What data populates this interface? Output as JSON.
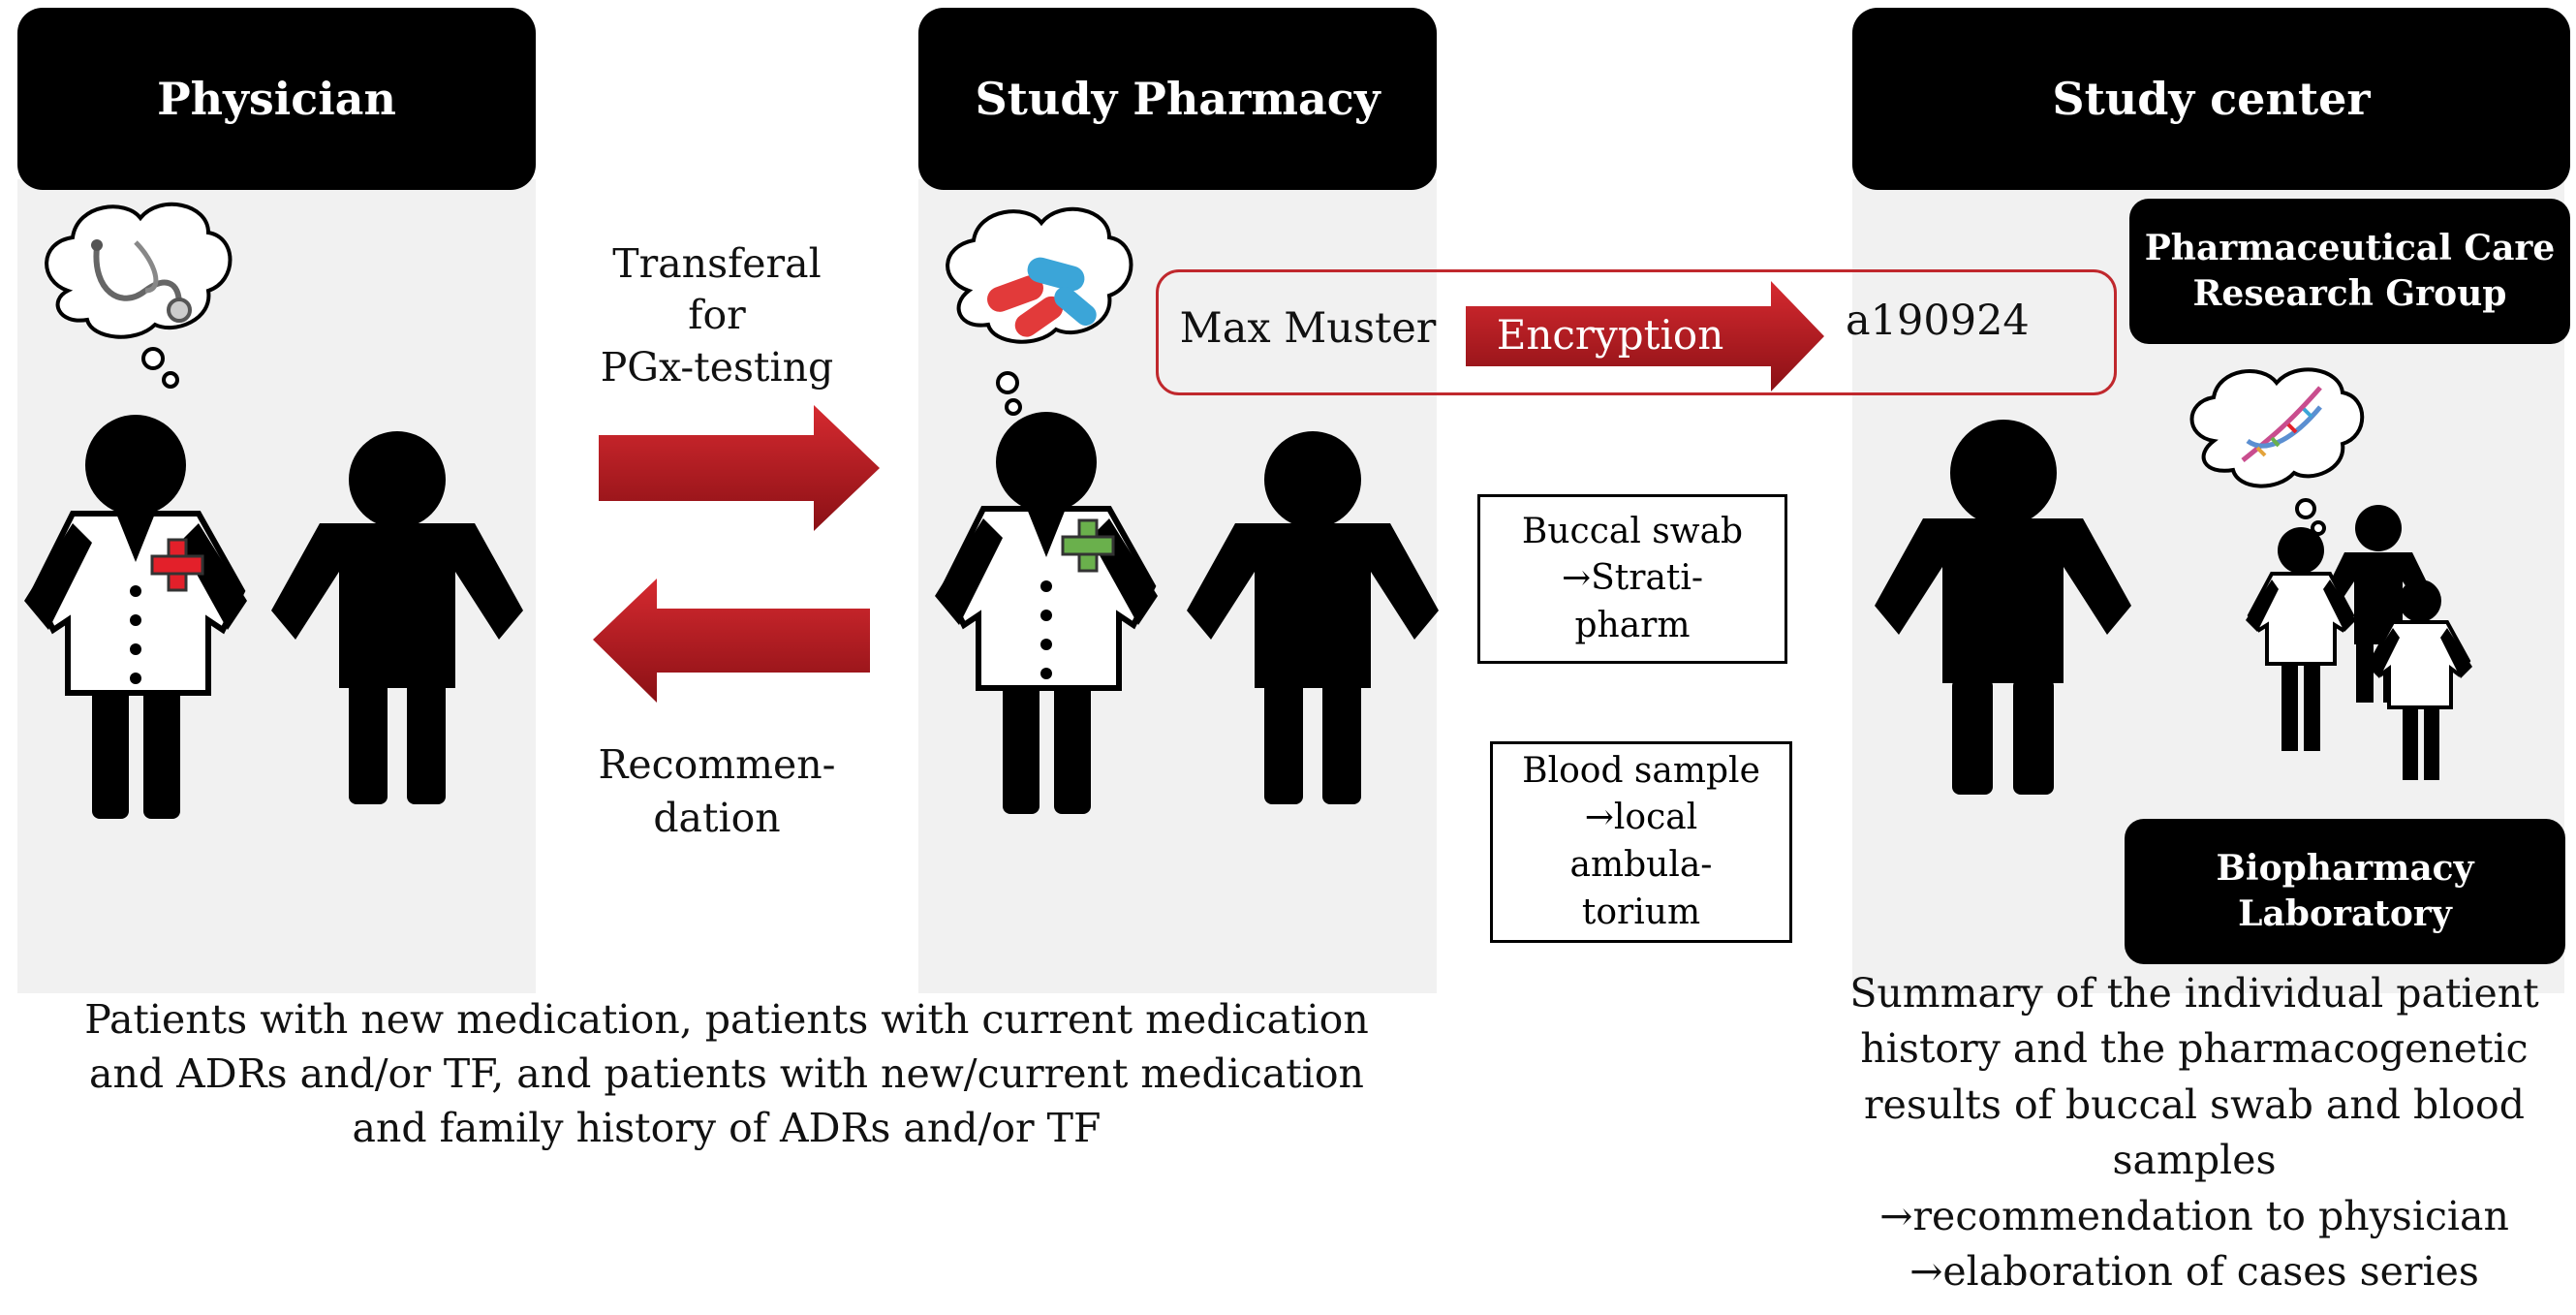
{
  "headers": {
    "physician": "Physician",
    "pharmacy": "Study Pharmacy",
    "center": "Study center"
  },
  "center_groups": {
    "pcrg": "Pharmaceutical Care\nResearch Group",
    "biolab": "Biopharmacy\nLaboratory"
  },
  "arrows": {
    "forward_label": "Transferal\nfor\nPGx-testing",
    "back_label": "Recommen-\ndation",
    "encryption_label": "Encryption"
  },
  "encryption": {
    "plain_name": "Max Muster",
    "code": "a190924"
  },
  "samples": {
    "buccal": "Buccal swab\n→Strati-\npharm",
    "blood": "Blood sample\n→local\nambula-\ntorium"
  },
  "captions": {
    "patients": "Patients with new medication, patients with current medication\nand ADRs and/or TF, and patients with new/current medication\nand family history of ADRs and/or TF",
    "summary": "Summary of the individual patient\nhistory  and the pharmacogenetic\nresults of buccal swab and blood\nsamples\n→recommendation to physician\n→elaboration of cases series"
  },
  "colors": {
    "header_bg": "#000000",
    "arrow_red": "#b81c22",
    "panel_bg": "#f1f1f1",
    "red_cross": "#e3202a",
    "green_cross": "#6ab04c"
  },
  "icons": [
    "stethoscope-icon",
    "pills-icon",
    "dna-icon",
    "person-icon",
    "doctor-icon",
    "red-cross-icon",
    "green-cross-icon"
  ]
}
